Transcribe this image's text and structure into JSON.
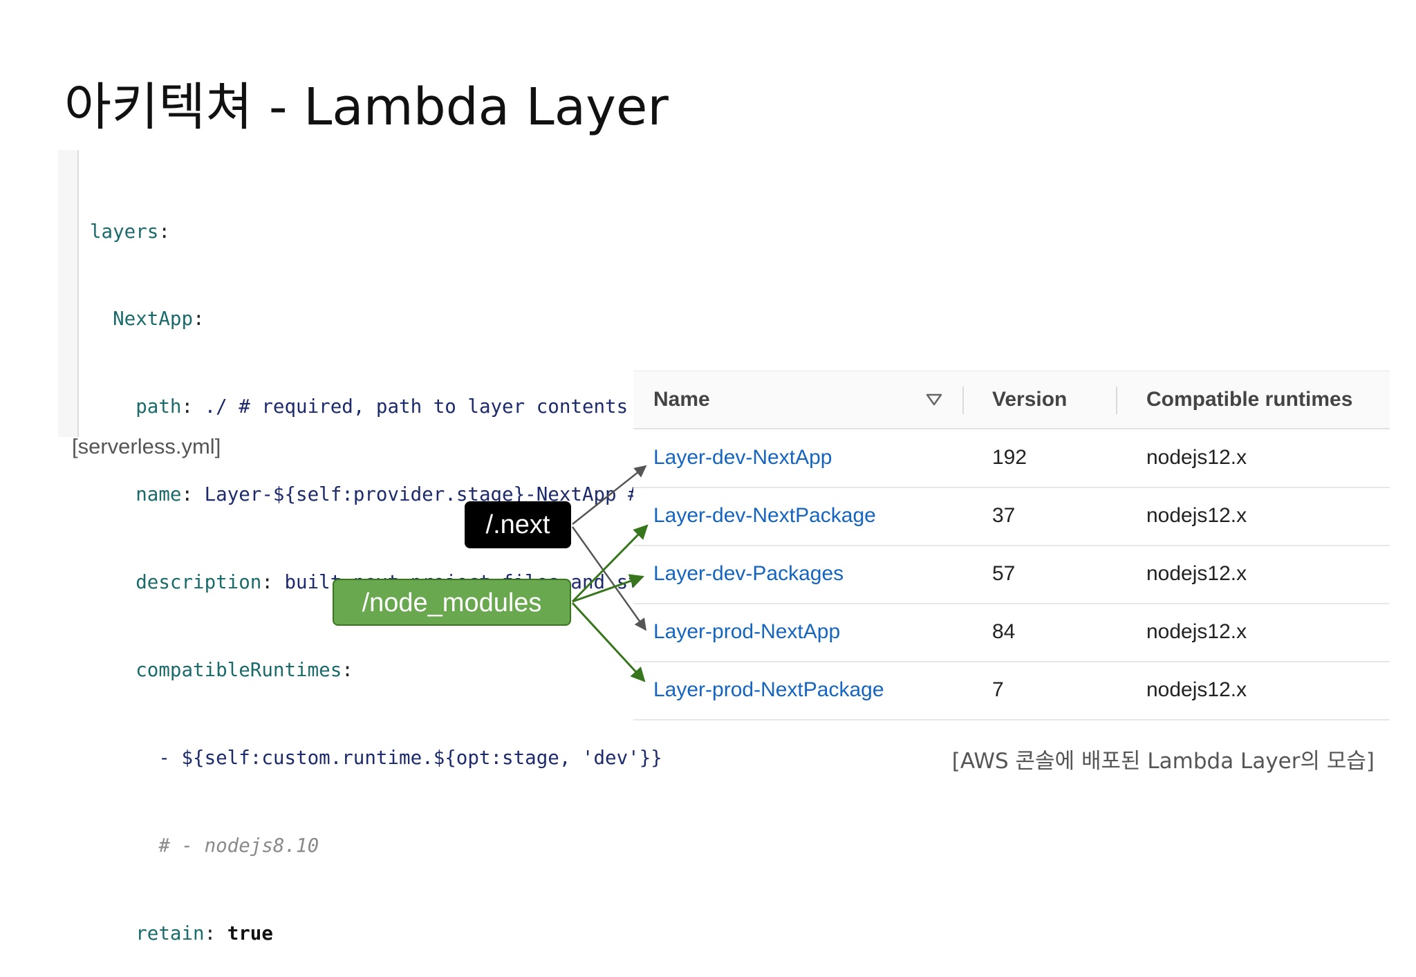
{
  "title": "아키텍쳐 - Lambda Layer",
  "code": {
    "lines": [
      {
        "key": "layers",
        "sep": ":",
        "value": ""
      },
      {
        "key": "NextApp",
        "sep": ":",
        "value": ""
      },
      {
        "key": "path",
        "sep": ":",
        "value": " ./ # required, path to layer contents on disk"
      },
      {
        "key": "name",
        "sep": ":",
        "value": " Layer-${self:provider.stage}-NextApp # optional, Deployed Lambda layer name"
      },
      {
        "key": "description",
        "sep": ":",
        "value": " built next project files and static files"
      },
      {
        "key": "compatibleRuntimes",
        "sep": ":",
        "value": ""
      },
      {
        "key": "",
        "sep": "",
        "value": "- ${self:custom.runtime.${opt:stage, 'dev'}}"
      },
      {
        "key": "",
        "sep": "",
        "value": "# - nodejs8.10"
      },
      {
        "key": "retain",
        "sep": ":",
        "value": " true"
      }
    ]
  },
  "caption_left": "[serverless.yml]",
  "table": {
    "headers": [
      "Name",
      "Version",
      "Compatible runtimes"
    ],
    "rows": [
      {
        "name": "Layer-dev-NextApp",
        "version": "192",
        "runtime": "nodejs12.x"
      },
      {
        "name": "Layer-dev-NextPackage",
        "version": "37",
        "runtime": "nodejs12.x"
      },
      {
        "name": "Layer-dev-Packages",
        "version": "57",
        "runtime": "nodejs12.x"
      },
      {
        "name": "Layer-prod-NextApp",
        "version": "84",
        "runtime": "nodejs12.x"
      },
      {
        "name": "Layer-prod-NextPackage",
        "version": "7",
        "runtime": "nodejs12.x"
      }
    ]
  },
  "labels": {
    "next": "/.next",
    "node_modules": "/node_modules"
  },
  "caption_right": "[AWS 콘솔에 배포된 Lambda Layer의 모습]",
  "colors": {
    "link": "#1565c0",
    "green": "#6aa84f",
    "green_dark": "#38761d",
    "arrow_gray": "#555555"
  }
}
